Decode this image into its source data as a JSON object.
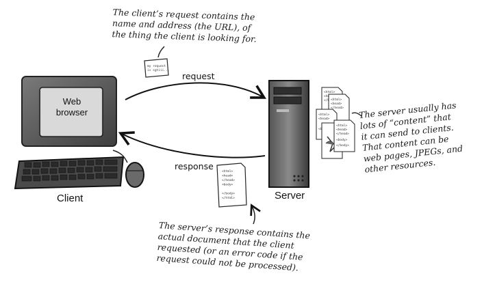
{
  "notes": {
    "request_note": "The client’s request contains the\nname and address (the URL), of\nthe thing the client is looking for.",
    "server_note": "The server usually has\nlots of “content” that\nit can send to clients.\nThat content can be\nweb pages, JPEGs, and\nother resources.",
    "response_note": "The server’s response contains the\nactual document that the client\nrequested (or an error code if the\nrequest could not be processed)."
  },
  "labels": {
    "browser": "Web\nbrowser",
    "client": "Client",
    "server": "Server",
    "request": "request",
    "response": "response"
  },
  "request_slip": {
    "line1": "my request",
    "line2": "is sgtiii..."
  },
  "html_doc_lines": [
    "<html>",
    "<head>",
    "</head>",
    "<body>",
    "",
    "</body>",
    "</html>"
  ]
}
